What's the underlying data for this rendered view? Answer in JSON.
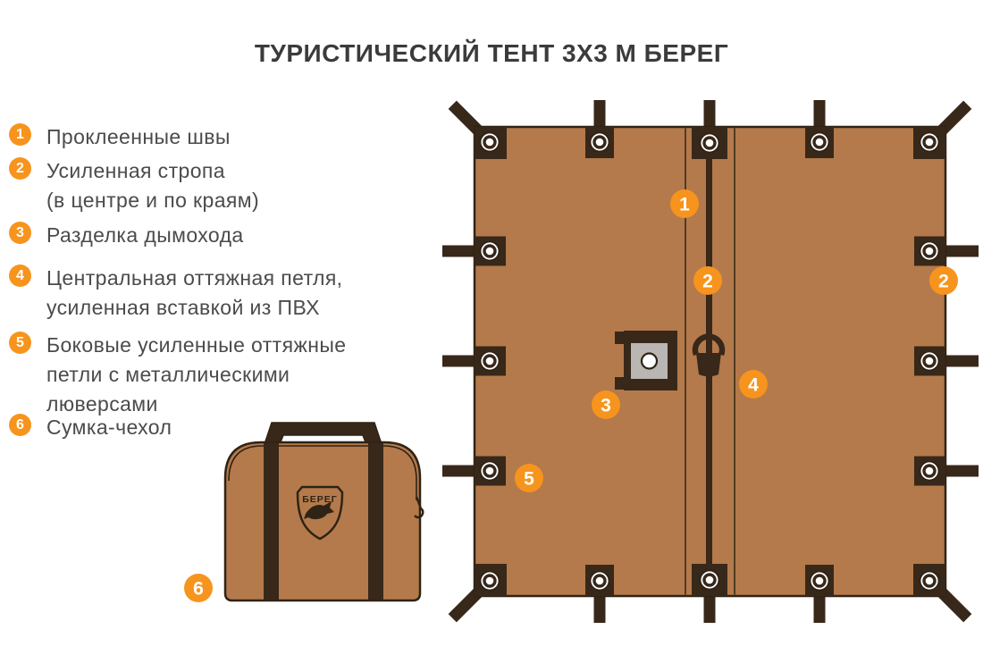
{
  "title": "ТУРИСТИЧЕСКИЙ ТЕНТ 3Х3 М БЕРЕГ",
  "legend": {
    "items": [
      {
        "num": "1",
        "text": "Проклеенные швы"
      },
      {
        "num": "2",
        "text": "Усиленная стропа\n(в центре и по краям)"
      },
      {
        "num": "3",
        "text": "Разделка дымохода"
      },
      {
        "num": "4",
        "text": "Центральная оттяжная петля,\nусиленная вставкой из ПВХ"
      },
      {
        "num": "5",
        "text": "Боковые усиленные оттяжные\nпетли с металлическими\nлюверсами"
      },
      {
        "num": "6",
        "text": "Сумка-чехол"
      }
    ]
  },
  "diagram": {
    "callouts": [
      {
        "num": "1"
      },
      {
        "num": "2"
      },
      {
        "num": "2"
      },
      {
        "num": "3"
      },
      {
        "num": "4"
      },
      {
        "num": "5"
      },
      {
        "num": "6"
      }
    ],
    "bag": {
      "logo_text": "БЕРЕГ"
    }
  },
  "colors": {
    "tarp_brown": "#b47a4b",
    "dark_brown": "#38281a",
    "outline_dark": "#2f2315",
    "accent_orange": "#f7941d",
    "chimney_gray": "#b9b6b3",
    "legend_text": "#4b4b4b",
    "title_text": "#3b3b3b"
  }
}
